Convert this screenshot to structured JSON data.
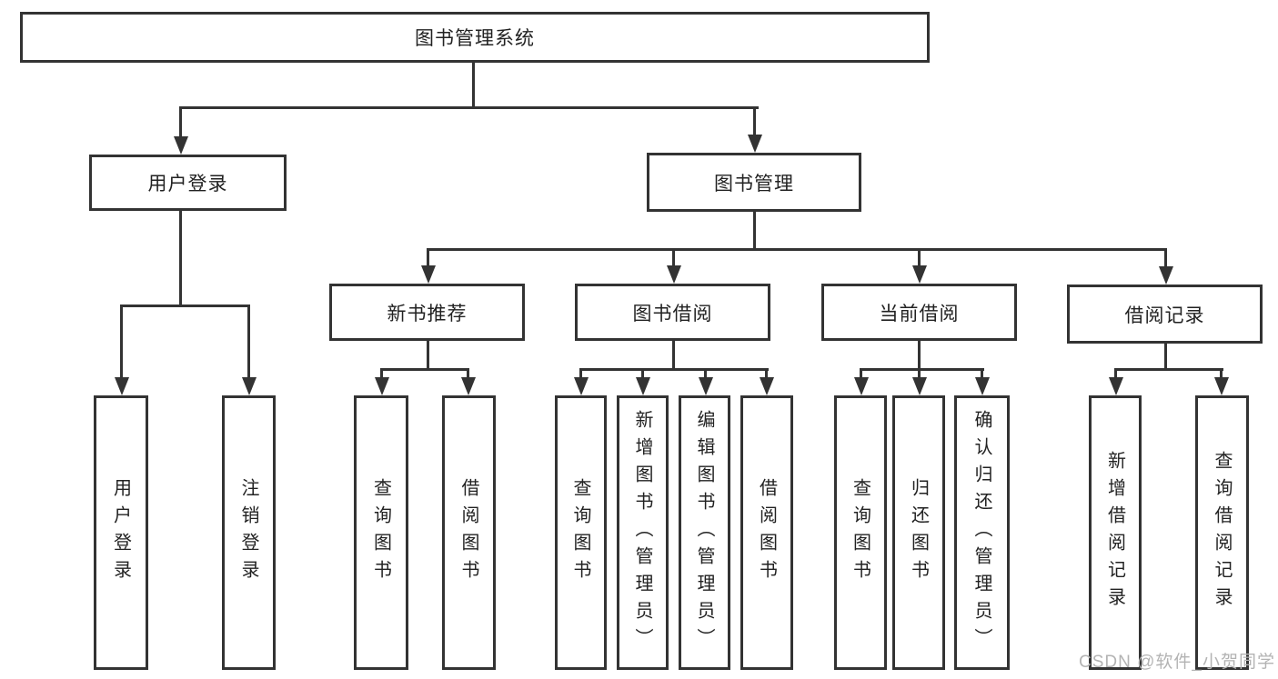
{
  "diagram_title": "图书管理系统",
  "nodes": {
    "root": "图书管理系统",
    "user_login": "用户登录",
    "book_mgmt": "图书管理",
    "new_book_rec": "新书推荐",
    "book_borrow": "图书借阅",
    "current_borrow": "当前借阅",
    "borrow_records": "借阅记录",
    "leaf_user_login": "用户登录",
    "leaf_logout": "注销登录",
    "rec_query_books": "查询图书",
    "rec_borrow_books": "借阅图书",
    "bb_query_books": "查询图书",
    "bb_add_books": "新增图书（管理员）",
    "bb_edit_books": "编辑图书（管理员）",
    "bb_borrow_books": "借阅图书",
    "cb_query_books": "查询图书",
    "cb_return_books": "归还图书",
    "cb_confirm_return": "确认归还（管理员）",
    "br_add_record": "新增借阅记录",
    "br_query_record": "查询借阅记录"
  },
  "watermark": "CSDN @软件_小贺同学",
  "colors": {
    "line": "#333333",
    "text": "#222222",
    "watermark": "#b3b3b3",
    "background": "#ffffff"
  }
}
